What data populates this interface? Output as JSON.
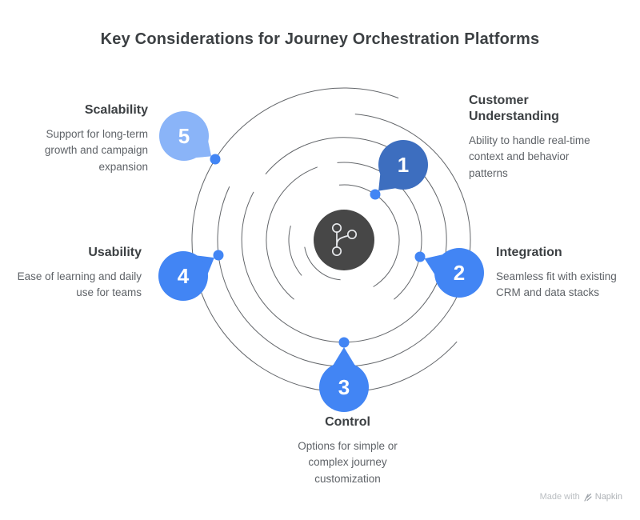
{
  "title": "Key Considerations for Journey Orchestration Platforms",
  "items": [
    {
      "number": "1",
      "title": "Customer Understanding",
      "description": "Ability to handle real-time context and behavior patterns",
      "color": "#3d6ebf"
    },
    {
      "number": "2",
      "title": "Integration",
      "description": "Seamless fit with existing CRM and data stacks",
      "color": "#4285f4"
    },
    {
      "number": "3",
      "title": "Control",
      "description": "Options for simple or complex journey customization",
      "color": "#4285f4"
    },
    {
      "number": "4",
      "title": "Usability",
      "description": "Ease of learning and daily use for teams",
      "color": "#4285f4"
    },
    {
      "number": "5",
      "title": "Scalability",
      "description": "Support for long-term growth and campaign expansion",
      "color": "#8ab4f8"
    }
  ],
  "diagram": {
    "center_icon": "git-branch-icon",
    "colors": {
      "center_node": "#474747",
      "icon_stroke": "#e8eaed",
      "spiral_line": "#63666a",
      "dot": "#4285f4"
    }
  },
  "watermark": {
    "prefix": "Made with",
    "brand": "Napkin"
  }
}
